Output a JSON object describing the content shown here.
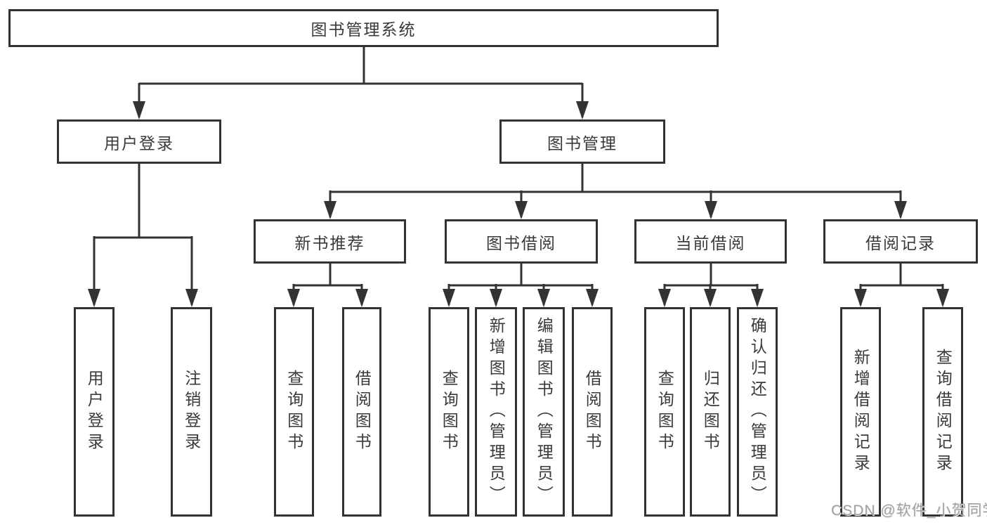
{
  "diagram": {
    "root": {
      "label": "图书管理系统"
    },
    "level2": [
      {
        "label": "用户登录"
      },
      {
        "label": "图书管理"
      }
    ],
    "level3": [
      {
        "label": "新书推荐"
      },
      {
        "label": "图书借阅"
      },
      {
        "label": "当前借阅"
      },
      {
        "label": "借阅记录"
      }
    ],
    "leaves": [
      {
        "label": "用户登录"
      },
      {
        "label": "注销登录"
      },
      {
        "label": "查询图书"
      },
      {
        "label": "借阅图书"
      },
      {
        "label": "查询图书"
      },
      {
        "label": "新增图书（管理员）"
      },
      {
        "label": "编辑图书（管理员）"
      },
      {
        "label": "借阅图书"
      },
      {
        "label": "查询图书"
      },
      {
        "label": "归还图书"
      },
      {
        "label": "确认归还（管理员）"
      },
      {
        "label": "新增借阅记录"
      },
      {
        "label": "查询借阅记录"
      }
    ]
  },
  "watermark": {
    "text": "CSDN @软件_小贺同学"
  },
  "colors": {
    "line": "#333333",
    "text": "#3a3a3a",
    "watermark": "#a0a0a0",
    "background": "#ffffff"
  }
}
